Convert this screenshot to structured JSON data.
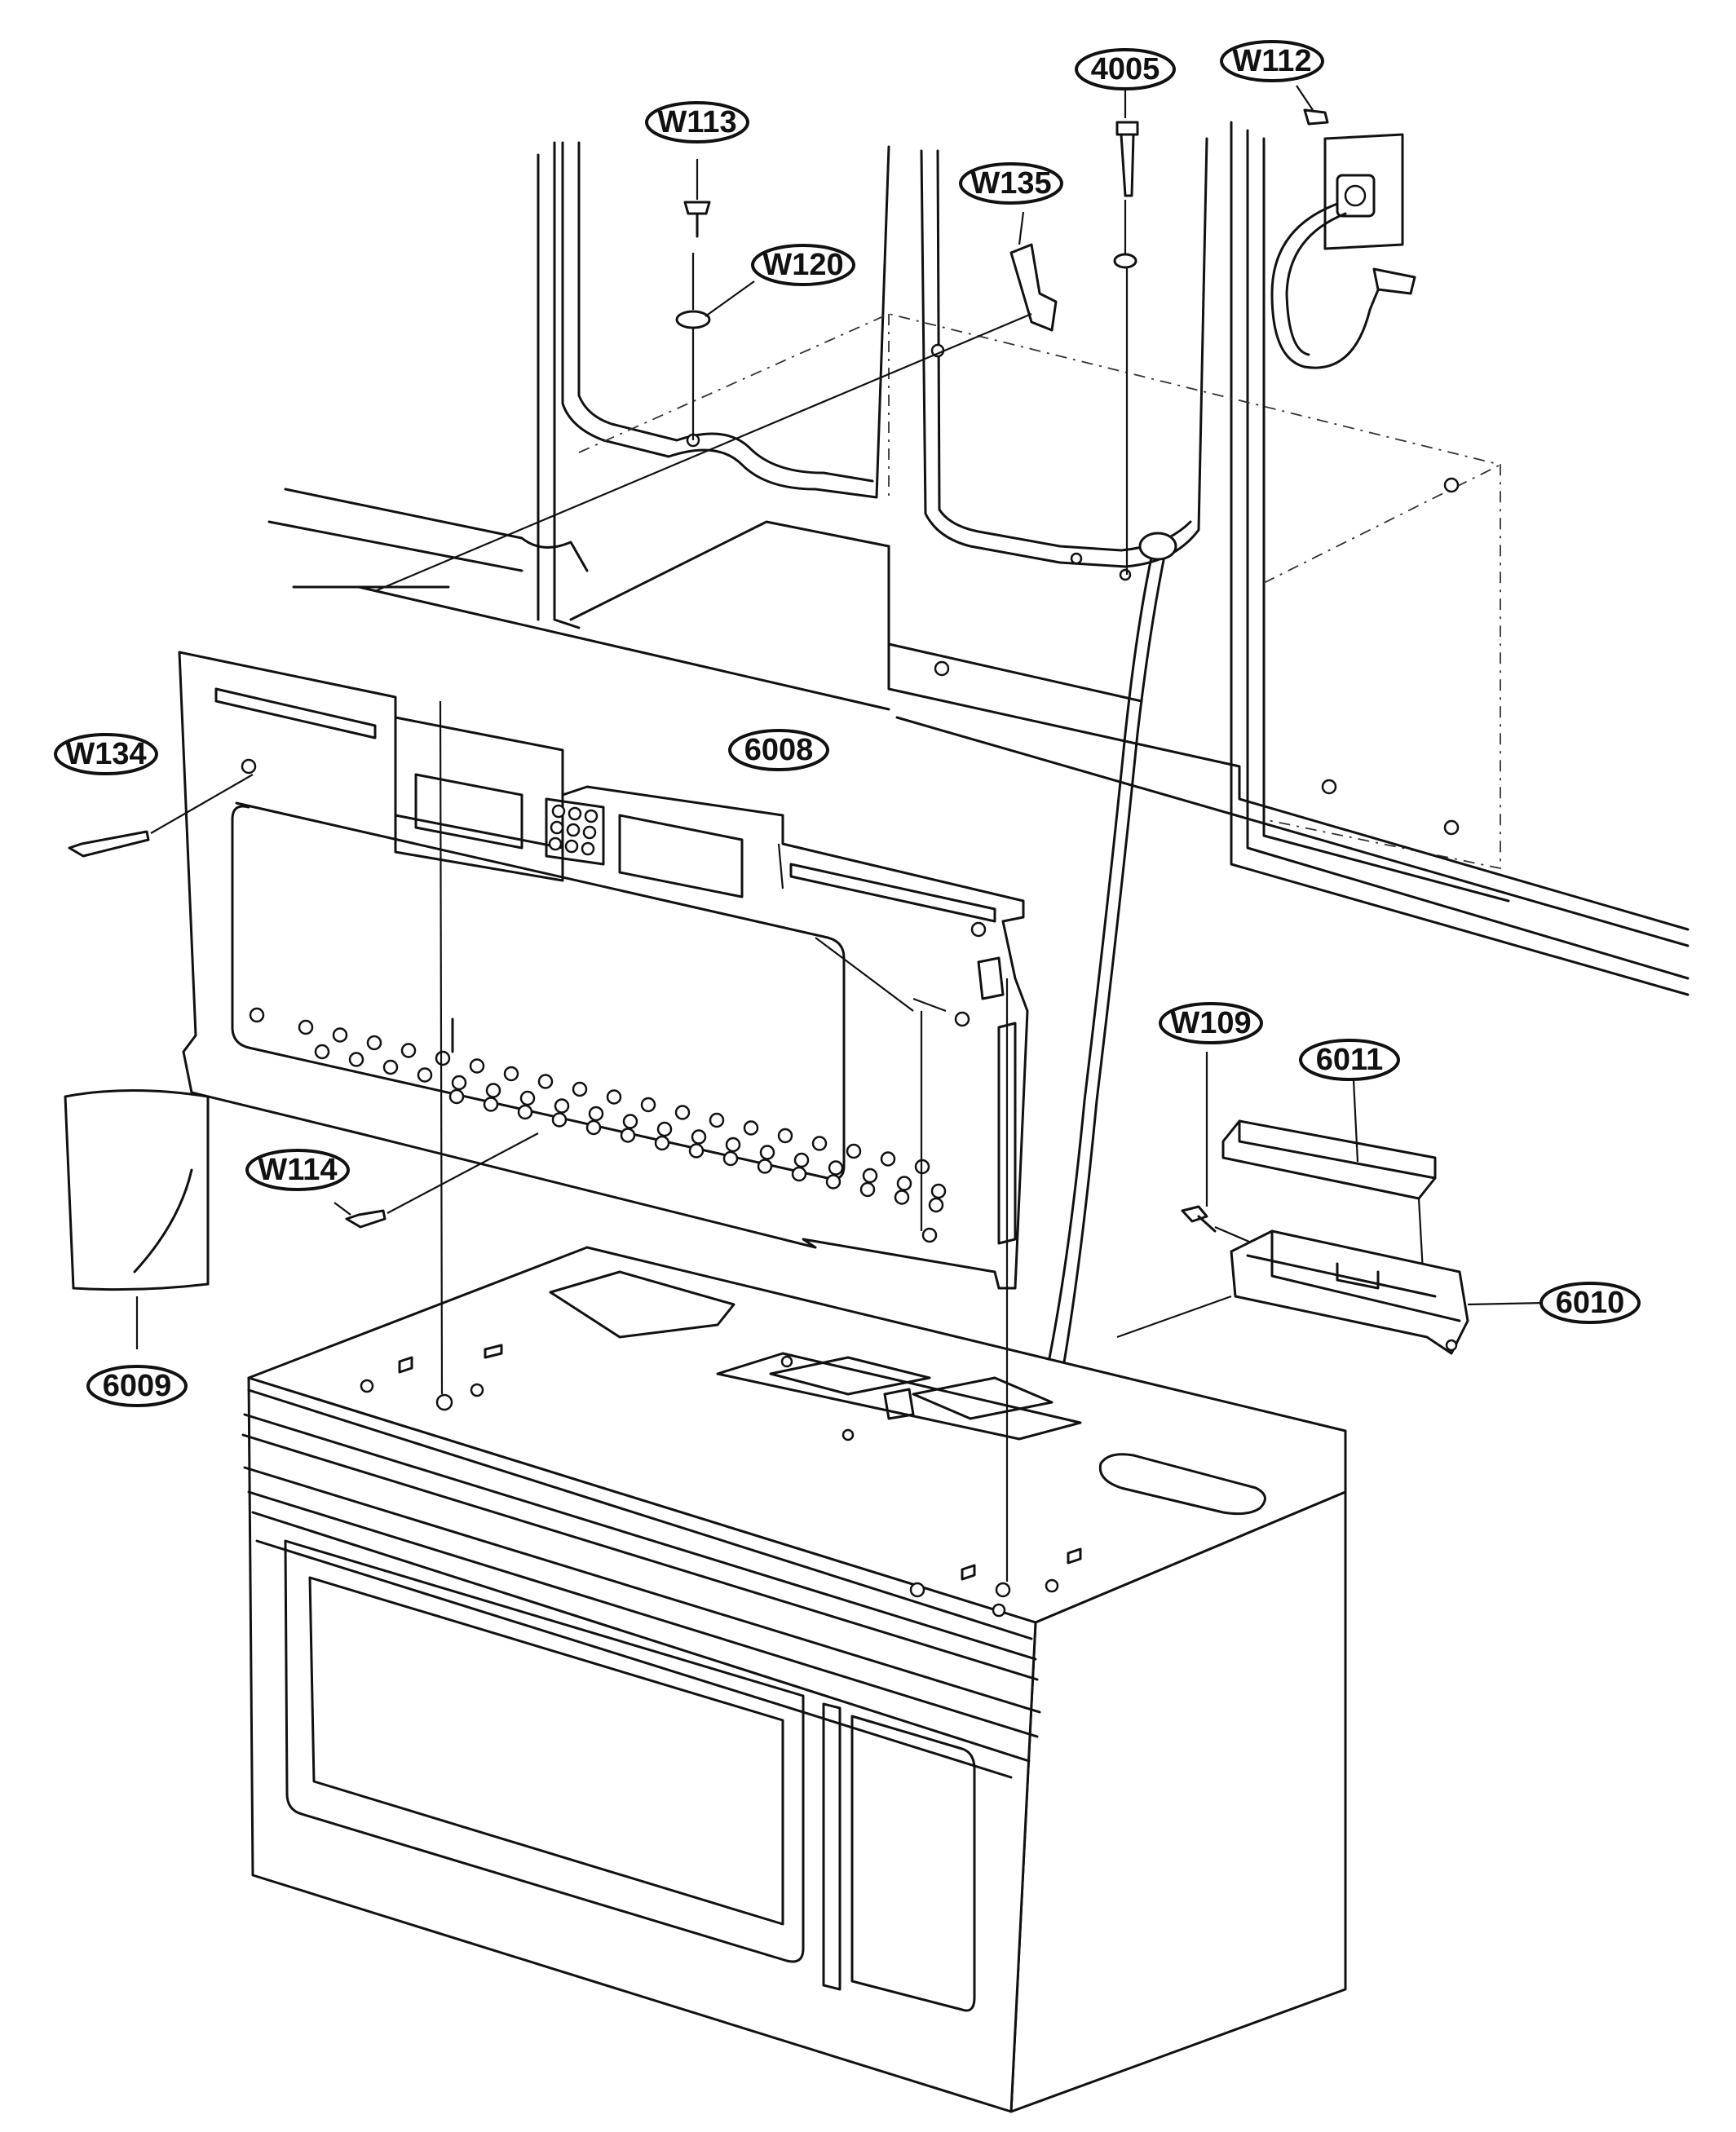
{
  "callouts": {
    "w113": "W113",
    "w120": "W120",
    "w135": "W135",
    "p4005": "4005",
    "w112": "W112",
    "w134": "W134",
    "p6008": "6008",
    "w109": "W109",
    "p6011": "6011",
    "w114": "W114",
    "p6010": "6010",
    "p6009": "6009"
  }
}
